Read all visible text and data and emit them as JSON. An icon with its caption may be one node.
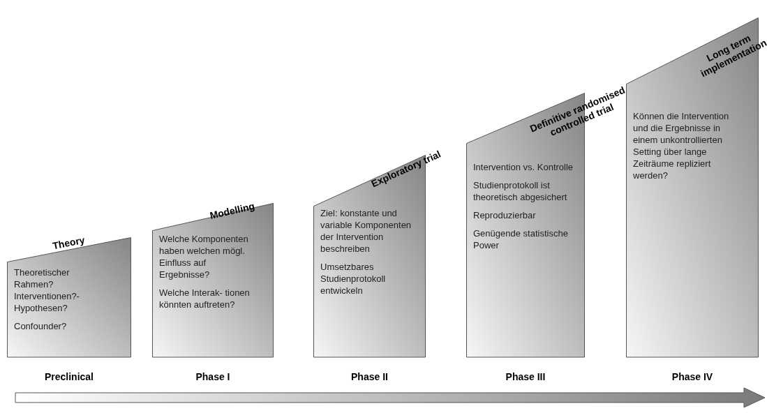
{
  "diagram": {
    "nodes": [
      {
        "text": [
          "Theory",
          "Theoretischer Rahmen? Interventionen?- Hypothesen?",
          "Confounder?"
        ],
        "beside": [
          "Preclinical"
        ]
      },
      {
        "text": [
          "Modelling",
          "Welche Komponenten haben welchen mögl. Einfluss auf Ergebnisse?",
          "Welche Interak- tionen könnten auftreten?"
        ],
        "beside": [
          "Phase I"
        ]
      },
      {
        "text": [
          "Exploratory trial",
          "Ziel: konstante und variable Komponenten der Intervention beschreiben",
          "Umsetzbares Studienprotokoll entwickeln"
        ],
        "beside": [
          "Phase II"
        ]
      },
      {
        "text": [
          "Definitive randomised controlled trial",
          "Intervention vs. Kontrolle",
          "Studienprotokoll ist theoretisch abgesichert",
          "Reproduzierbar",
          "Genügende statistische Power"
        ],
        "beside": [
          "Phase III"
        ]
      },
      {
        "text": [
          "Long term implementation",
          "Können die Intervention und die Ergebnisse in einem unkontrollierten Setting über lange Zeiträume repliziert werden?"
        ],
        "beside": [
          "Phase IV"
        ]
      }
    ],
    "edges": []
  }
}
